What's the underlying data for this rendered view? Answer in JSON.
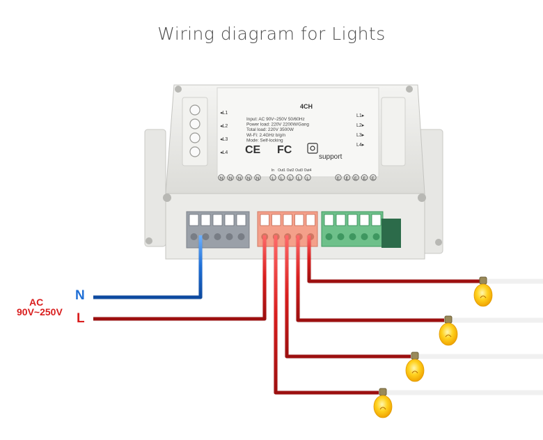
{
  "title": "Wiring diagram for Lights",
  "supply": {
    "ac_label": "AC",
    "voltage_label": "90V~250V",
    "neutral_label": "N",
    "live_label": "L"
  },
  "device": {
    "model": "4CH",
    "specs": [
      "Input: AC 90V~250V 50/60Hz",
      "Power load: 220V 2200W/Gang",
      "Total load: 220V 3500W",
      "Wi-Fi: 2.4GHz b/g/n",
      "Mode: Self-locking"
    ],
    "certifications": [
      "CE",
      "FC"
    ],
    "brand_text": "support",
    "left_channel_labels": [
      "L1",
      "L2",
      "L3",
      "L4"
    ],
    "right_channel_labels": [
      "L1",
      "L2",
      "L3",
      "L4"
    ],
    "neutral_terminals": [
      "N",
      "N",
      "N",
      "N",
      "N"
    ],
    "output_header": [
      "In",
      "Out1",
      "Out2",
      "Out3",
      "Out4"
    ],
    "output_terminals": [
      "L",
      "L",
      "L",
      "L",
      "L"
    ],
    "right_terminals": [
      "E",
      "E",
      "E",
      "E",
      "E"
    ]
  },
  "colors": {
    "neutral_wire": "#1f6fd6",
    "live_wire": "#d91e1e",
    "bulb_glow": "#ffd21f"
  }
}
